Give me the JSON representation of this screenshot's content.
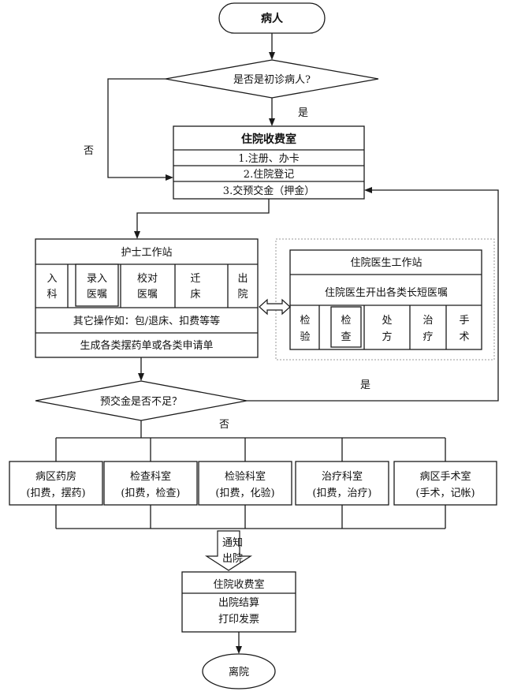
{
  "start": {
    "label": "病人"
  },
  "decision_first_visit": {
    "label": "是否是初诊病人?",
    "yes": "是",
    "no": "否"
  },
  "admission_office": {
    "title": "住院收费室",
    "items": [
      "1.注册、办卡",
      "2.住院登记",
      "3.交预交金（押金）"
    ]
  },
  "nurse_station": {
    "title": "护士工作站",
    "cells": [
      [
        "入",
        "科"
      ],
      [
        "录入",
        "医嘱"
      ],
      [
        "校对",
        "医嘱"
      ],
      [
        "迁",
        "床"
      ],
      [
        "出",
        "院"
      ]
    ],
    "other_ops": "其它操作如：包/退床、扣费等等",
    "generate": "生成各类摆药单或各类申请单"
  },
  "doctor_station": {
    "title": "住院医生工作站",
    "subtitle": "住院医生开出各类长短医嘱",
    "cells": [
      [
        "检",
        "验"
      ],
      [
        "检",
        "查"
      ],
      [
        "处",
        "方"
      ],
      [
        "治",
        "疗"
      ],
      [
        "手",
        "术"
      ]
    ]
  },
  "decision_deposit": {
    "label": "预交金是否不足？",
    "yes": "是",
    "no": "否"
  },
  "departments": [
    {
      "name": "病区药房",
      "detail": "(扣费，摆药)"
    },
    {
      "name": "检查科室",
      "detail": "(扣费，检查)"
    },
    {
      "name": "检验科室",
      "detail": "(扣费，化验)"
    },
    {
      "name": "治疗科室",
      "detail": "(扣费，治疗)"
    },
    {
      "name": "病区手术室",
      "detail": "(手术，记帐)"
    }
  ],
  "notify_discharge": [
    "通知",
    "出院"
  ],
  "discharge_office": {
    "title": "住院收费室",
    "items": [
      "出院结算",
      "打印发票"
    ]
  },
  "end": {
    "label": "离院"
  }
}
